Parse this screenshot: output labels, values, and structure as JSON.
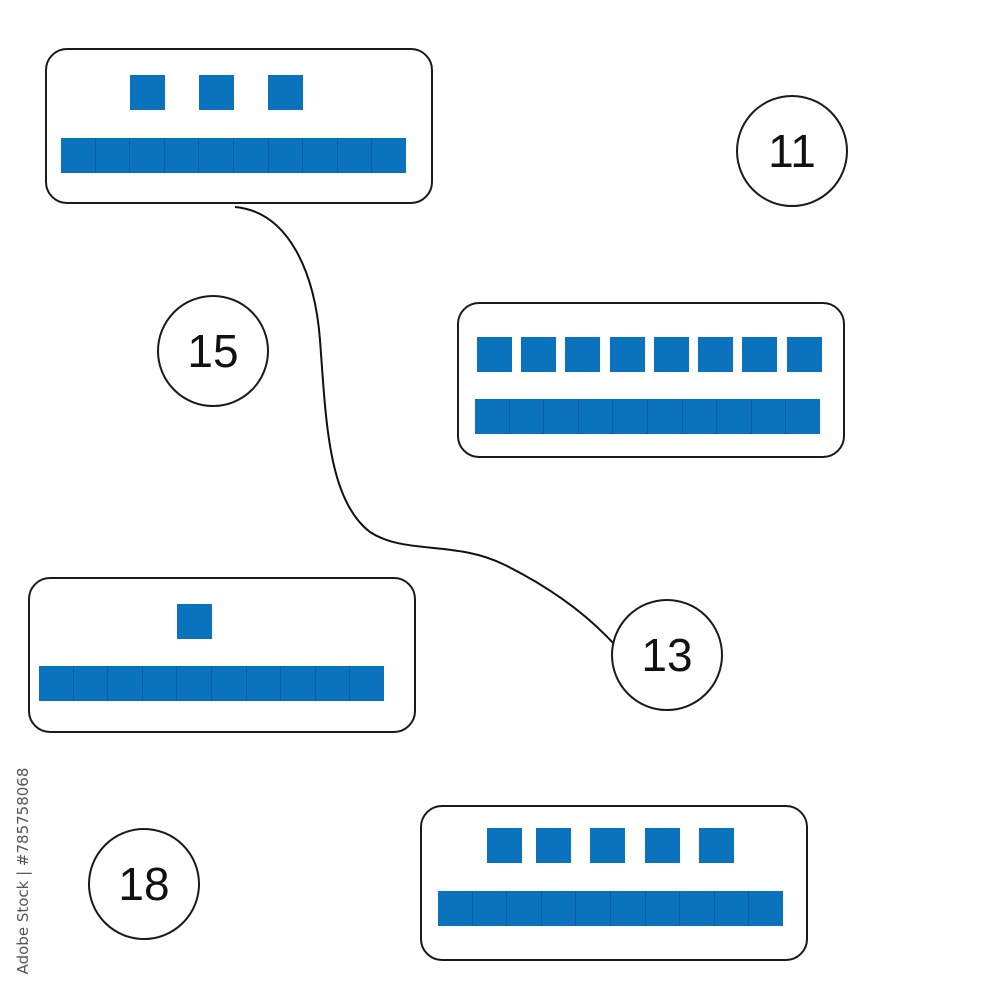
{
  "colors": {
    "tile": "#0b72bd",
    "outline": "#1a1a1a"
  },
  "cards": [
    {
      "id": "a",
      "squares": 3,
      "bar_units": 10
    },
    {
      "id": "b",
      "squares": 8,
      "bar_units": 10
    },
    {
      "id": "c",
      "squares": 1,
      "bar_units": 10
    },
    {
      "id": "d",
      "squares": 5,
      "bar_units": 10
    }
  ],
  "numbers": [
    {
      "value": "11"
    },
    {
      "value": "15"
    },
    {
      "value": "13"
    },
    {
      "value": "18"
    }
  ],
  "watermark": "Adobe Stock | #785758068"
}
